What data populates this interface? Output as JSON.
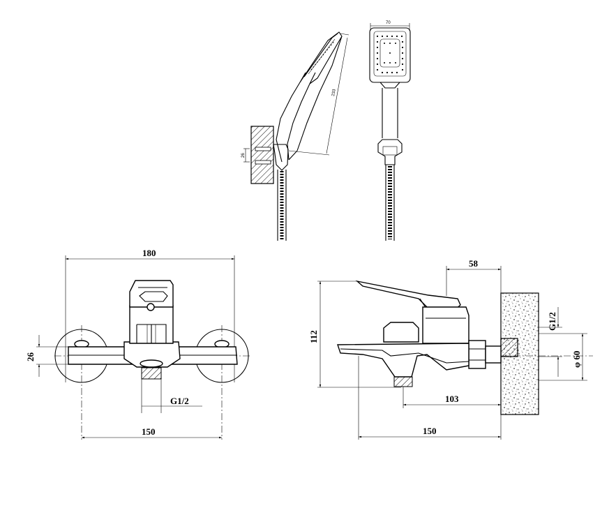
{
  "labels": {
    "top_width": "70",
    "top_length": "233",
    "top_holder": "26",
    "front_width": "180",
    "front_height": "26",
    "front_thread": "G1/2",
    "front_base": "150",
    "side_depth": "58",
    "side_height": "112",
    "side_thread": "G1/2",
    "side_diameter": "φ 60",
    "side_spout": "103",
    "side_base": "150"
  }
}
